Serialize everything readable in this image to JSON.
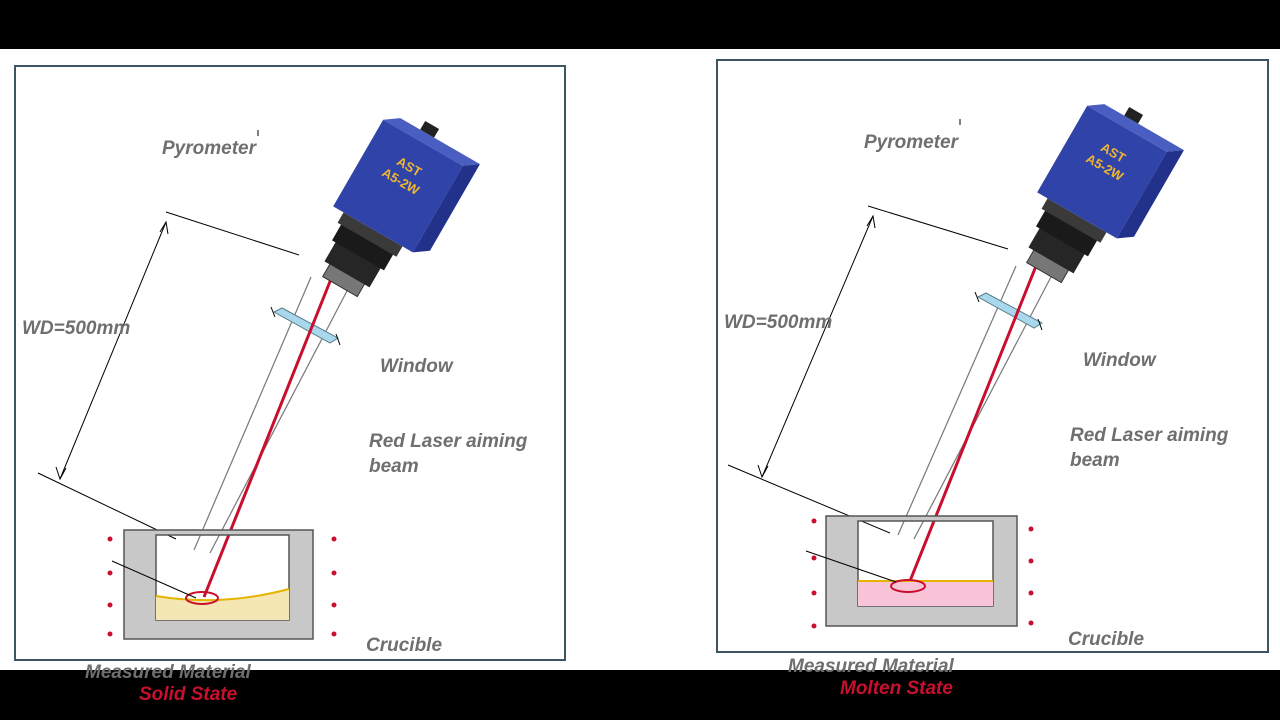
{
  "panels": [
    {
      "pyrometer_label": "Pyrometer",
      "camera_brand": "AST",
      "camera_model": "A5-2W",
      "wd_label": "WD=500mm",
      "window_label": "Window",
      "laser_label_line1": "Red Laser aiming",
      "laser_label_line2": "beam",
      "crucible_label": "Crucible",
      "material_label": "Measured Material",
      "state_label": "Solid State",
      "material_color": "#f5e7b3"
    },
    {
      "pyrometer_label": "Pyrometer",
      "camera_brand": "AST",
      "camera_model": "A5-2W",
      "wd_label": "WD=500mm",
      "window_label": "Window",
      "laser_label_line1": "Red Laser aiming",
      "laser_label_line2": "beam",
      "crucible_label": "Crucible",
      "material_label": "Measured Material",
      "state_label": "Molten State",
      "material_color": "#f9c4d8"
    }
  ],
  "colors": {
    "panel_border": "#3c5664",
    "camera_body": "#2f43a8",
    "camera_text": "#f0b530",
    "laser": "#c8102e",
    "crucible": "#c8c8c8",
    "heater_dots": "#c8102e",
    "window_glass": "#a9d8ec",
    "label_gray": "#6f6f6f"
  },
  "icons": [
    "pyrometer-camera-icon",
    "crucible-icon",
    "heater-dot-icon"
  ]
}
